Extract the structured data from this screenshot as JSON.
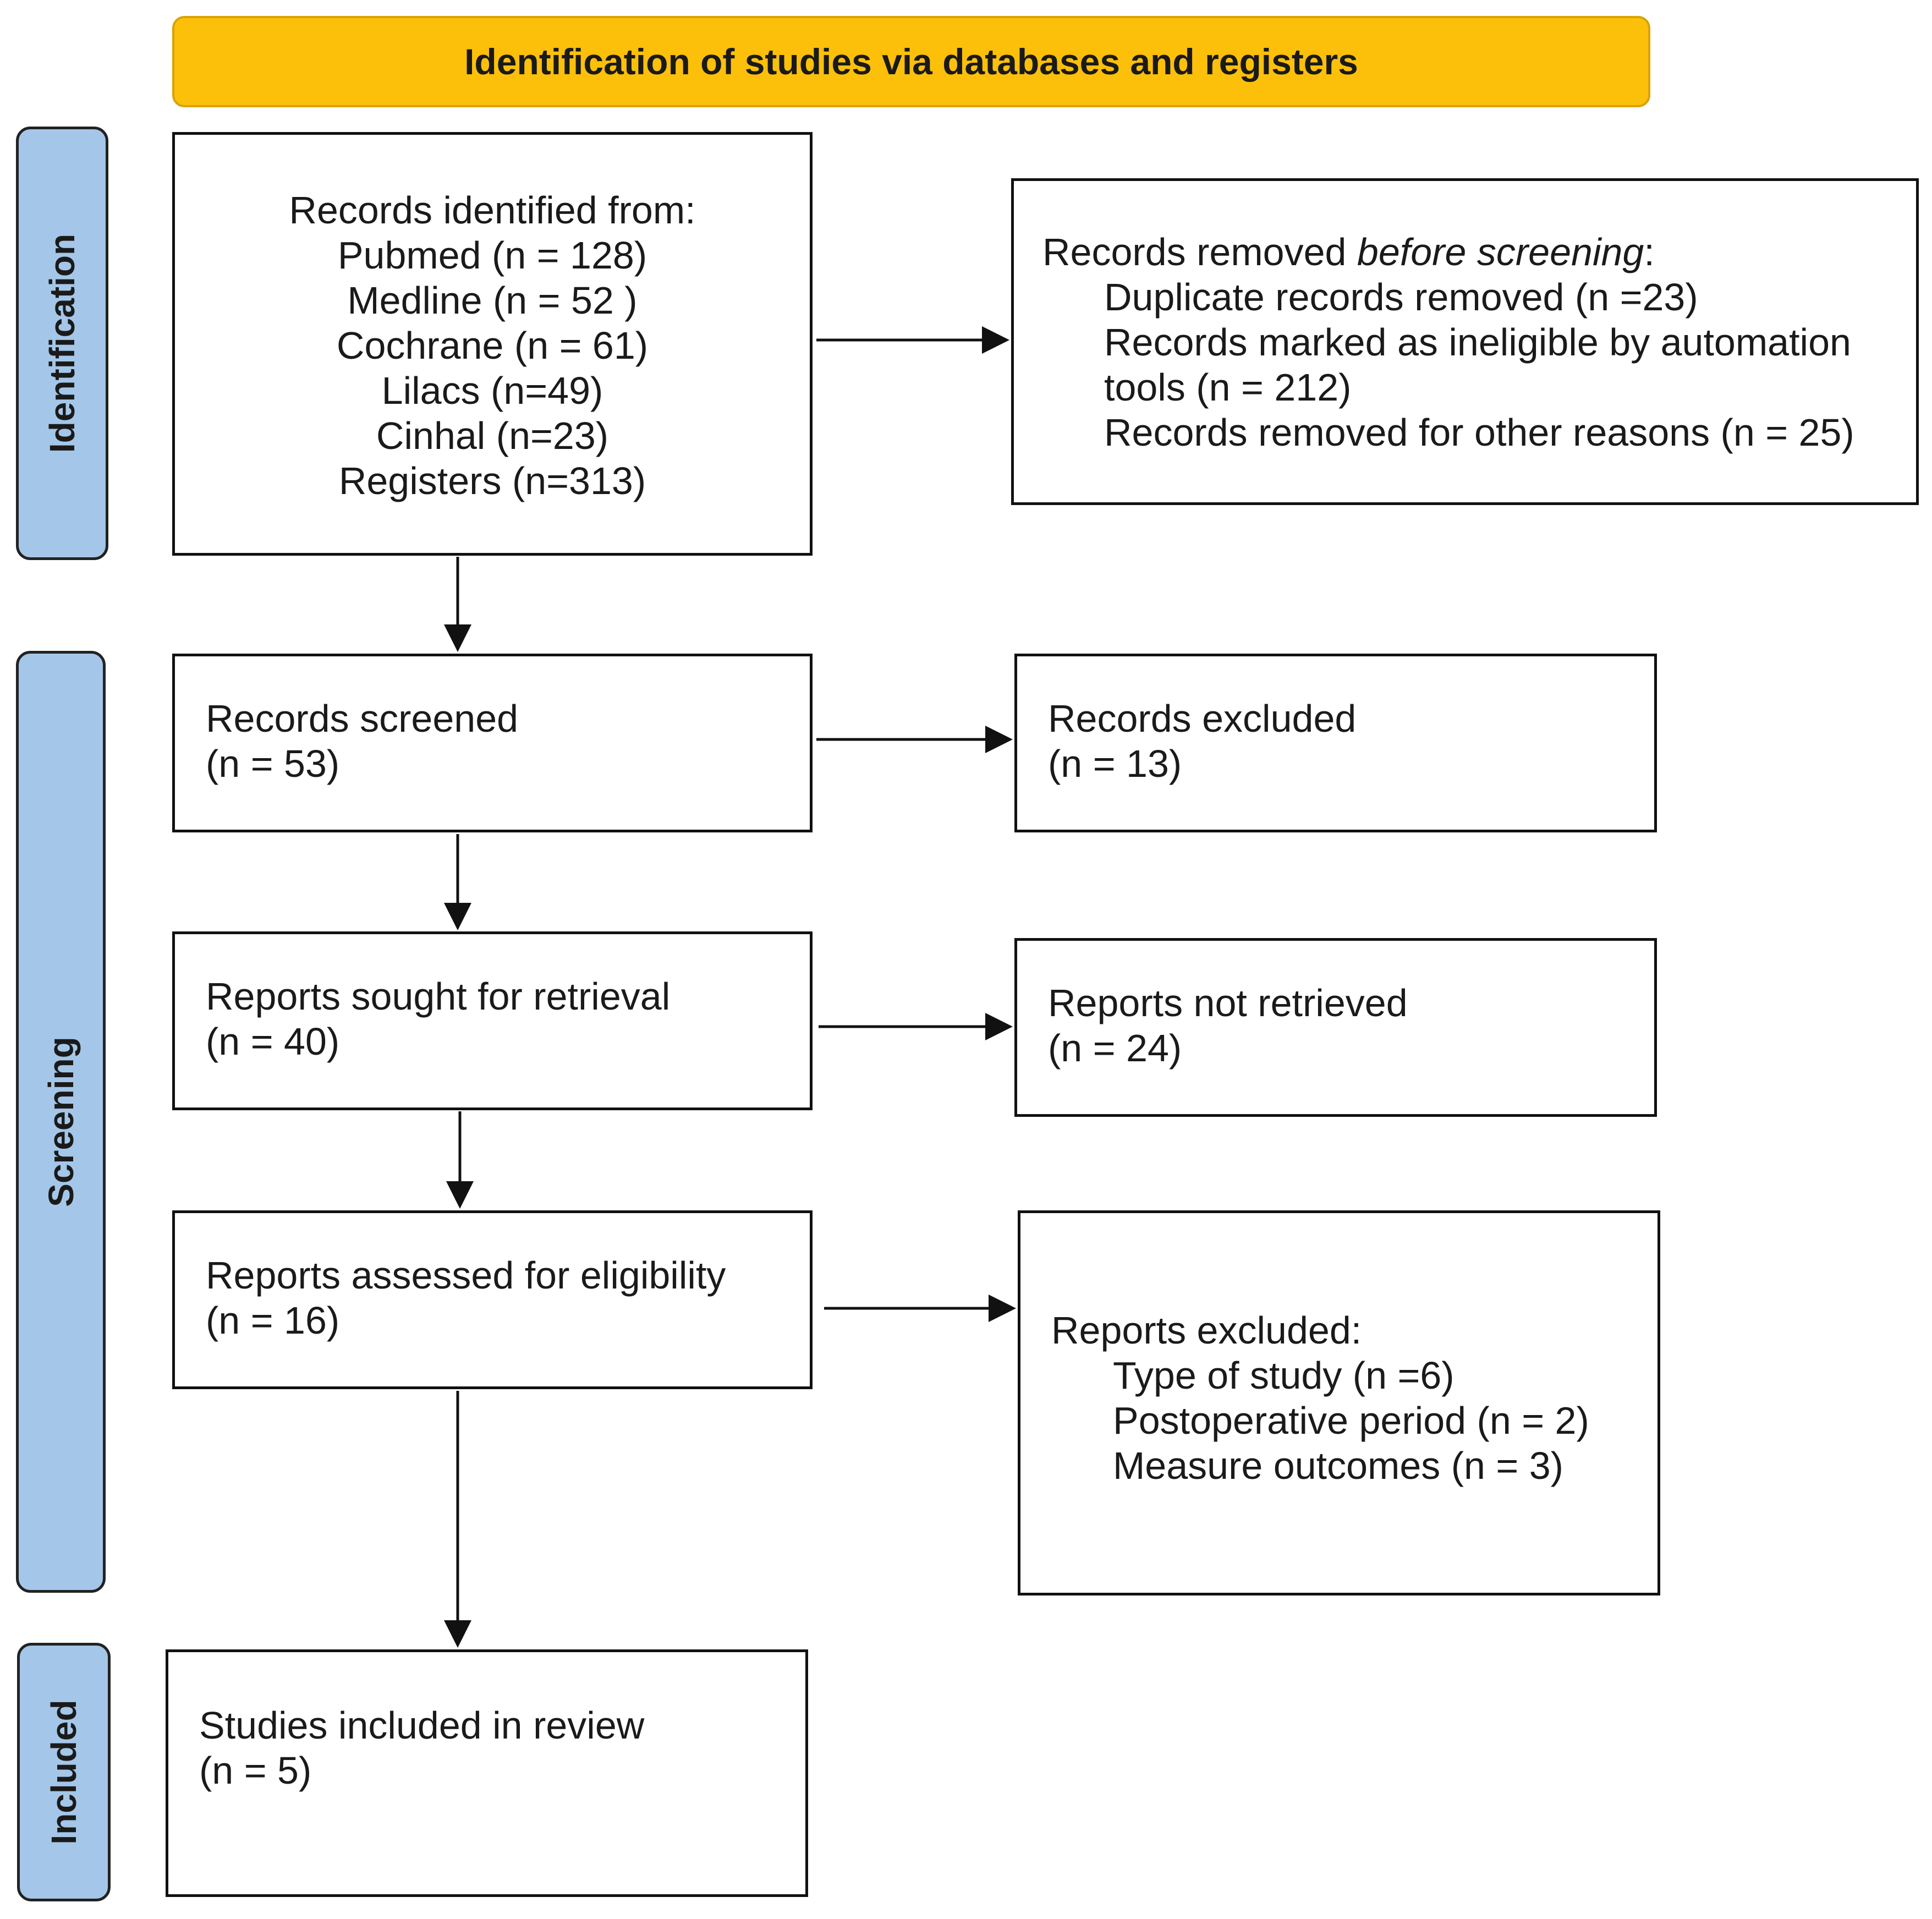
{
  "banner": {
    "title": "Identification of studies via databases and registers"
  },
  "phases": {
    "identification": "Identification",
    "screening": "Screening",
    "included": "Included"
  },
  "identified": {
    "heading": "Records identified from:",
    "sources": [
      "Pubmed (n = 128)",
      "Medline (n = 52 )",
      "Cochrane (n = 61)",
      "Lilacs (n=49)",
      "Cinhal (n=23)",
      "Registers (n=313)"
    ]
  },
  "removed": {
    "heading_prefix": "Records removed ",
    "heading_emphasis": "before screening",
    "heading_suffix": ":",
    "items": [
      "Duplicate records removed (n =23)",
      "Records marked as ineligible by automation",
      "tools (n = 212)",
      "Records removed for other reasons (n = 25)"
    ]
  },
  "screened": {
    "label": "Records screened",
    "count": "(n = 53)"
  },
  "excluded": {
    "label": "Records excluded",
    "count": "(n = 13)"
  },
  "sought": {
    "label": "Reports sought for retrieval",
    "count": "(n = 40)"
  },
  "not_retrieved": {
    "label": "Reports not retrieved",
    "count": "(n = 24)"
  },
  "assessed": {
    "label": "Reports assessed for eligibility",
    "count": "(n = 16)"
  },
  "reports_excluded": {
    "heading": "Reports excluded:",
    "items": [
      "Type of study (n =6)",
      "Postoperative period (n = 2)",
      "Measure outcomes (n = 3)"
    ]
  },
  "included_studies": {
    "label": "Studies included in review",
    "count": "(n = 5)"
  }
}
